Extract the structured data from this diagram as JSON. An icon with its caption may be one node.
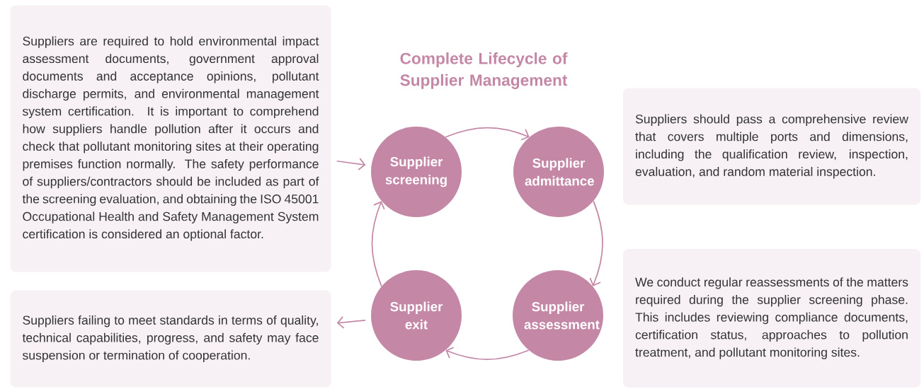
{
  "diagram": {
    "title": "Complete Lifecycle of Supplier Management",
    "nodes": [
      {
        "text": [
          "Suppliers are required to hold environmental impact assessment documents, government approval documents and acceptance opinions, pollutant discharge permits, and environmental management system certification. It is important to comprehend how suppliers handle pollution after it occurs and check that pollutant monitoring sites at their operating premises function normally. The safety performance of suppliers/contractors should be included as part of the screening evaluation, and obtaining the ISO 45001 Occupational Health and Safety Management System certification is considered an optional factor."
        ]
      },
      {
        "text": [
          "Supplier screening"
        ]
      },
      {
        "text": [
          "Supplier admittance"
        ]
      },
      {
        "text": [
          "Suppliers should pass a comprehensive review that covers multiple ports and dimensions, including the qualification review, inspection, evaluation, and random material inspection."
        ]
      },
      {
        "text": [
          "We conduct regular reassessments of the matters required during the supplier screening phase. This includes reviewing compliance documents, certification status, approaches to pollution treatment, and pollutant monitoring sites."
        ]
      },
      {
        "text": [
          "Supplier assessment"
        ]
      },
      {
        "text": [
          "Supplier exit"
        ]
      },
      {
        "text": [
          "Suppliers failing to meet standards in terms of quality, technical capabilities, progress, and safety may face suspension or termination of cooperation."
        ]
      }
    ],
    "edges": [
      {
        "from": 0,
        "to": 1,
        "arrow": "to"
      },
      {
        "from": 1,
        "to": 2,
        "arrow": "to"
      },
      {
        "from": 2,
        "to": 5,
        "arrow": "to"
      },
      {
        "from": 5,
        "to": 6,
        "arrow": "to"
      },
      {
        "from": 6,
        "to": 1,
        "arrow": "to"
      },
      {
        "from": 6,
        "to": 7,
        "arrow": "to"
      }
    ]
  }
}
